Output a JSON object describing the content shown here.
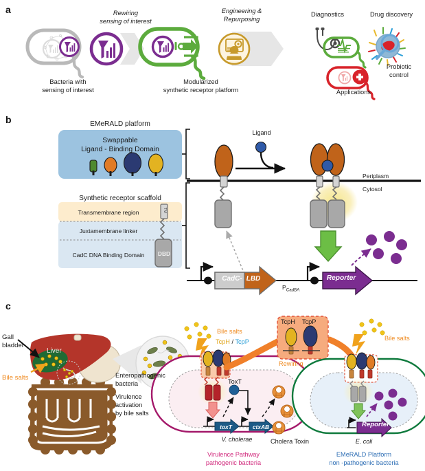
{
  "figure": {
    "panels": [
      "a",
      "b",
      "c"
    ]
  },
  "panel_a": {
    "letter": "a",
    "step_labels": [
      {
        "name": "rewiring",
        "line1": "Rewiring",
        "line2": "sensing of interest"
      },
      {
        "name": "engineering",
        "line1": "Engineering &",
        "line2": "Repurposing"
      }
    ],
    "captions": [
      {
        "name": "bacteria-with-sensing",
        "line1": "Bacteria with",
        "line2": "sensing  of interest"
      },
      {
        "name": "modularized-platform",
        "line1": "Modularized",
        "line2": "synthetic  receptor platform"
      }
    ],
    "applications": {
      "heading": "Applications",
      "items": [
        {
          "name": "diagnostics",
          "label": "Diagnostics"
        },
        {
          "name": "drug-discovery",
          "label": "Drug discovery"
        },
        {
          "name": "probiotic-control",
          "line1": "Probiotic",
          "line2": "control"
        }
      ]
    },
    "icons": [
      "sensor-antenna-icon",
      "bacteria-outline-icon",
      "module-swap-icon",
      "gear-screen-icon",
      "stethoscope-icon",
      "magnifier-cell-icon",
      "red-cross-icon"
    ],
    "colors": {
      "purple": "#7b2d90",
      "green": "#5cab3d",
      "gold": "#c79a2b",
      "grey": "#b9b9b9",
      "red": "#d8232a",
      "arrow_grey": "#e3e3e3"
    }
  },
  "panel_b": {
    "letter": "b",
    "platform_title": "EMeRALD platform",
    "lbd_box": {
      "line1": "Swappable",
      "line2": "Ligand - Binding Domain",
      "fill": "#9cc3e0",
      "domain_colors": [
        "#4f8a2f",
        "#e07b26",
        "#2b3a72",
        "#e3b321"
      ]
    },
    "scaffold_title": "Synthetic receptor scaffold",
    "scaffold_rows": [
      {
        "name": "transmembrane-region",
        "label": "Transmembrane region",
        "fill": "#fdeccd"
      },
      {
        "name": "juxtamembrane-linker",
        "label": "Juxtamembrane linker",
        "fill": "#dae7f2"
      },
      {
        "name": "cadc-dna-binding-domain",
        "label": "CadC DNA Binding Domain",
        "fill": "#dae7f2"
      }
    ],
    "tm_tag": "TM",
    "dbd_tag": "DBD",
    "diagram": {
      "ligand_label": "Ligand",
      "periplasm_label": "Periplasm",
      "cytosol_label": "Cytosol",
      "gene1_part1": "CadC-",
      "gene1_part2": "LBD",
      "promoter_label_main": "P",
      "promoter_label_sub": "CadBA",
      "gene2": "Reporter",
      "colors": {
        "lbd_orange": "#c0631a",
        "ligand_blue": "#2f5aa8",
        "dbd_grey": "#a8a8a8",
        "glow_yellow": "#f4e06a",
        "green_arrow": "#6cbe45",
        "reporter_purple": "#7b2d90"
      }
    }
  },
  "panel_c": {
    "letter": "c",
    "anatomy": {
      "gall_bladder": {
        "line1": "Gall",
        "line2": "bladder"
      },
      "liver": "Liver",
      "bile_salts": "Bile salts"
    },
    "zoom_caption": {
      "line1": "Enteropathogenic",
      "line2": "bacteria",
      "line3": "Virulence",
      "line4": "activation",
      "line5": "by bile salts"
    },
    "left_cell": {
      "bile_salts": "Bile salts",
      "receptor_tcph": "TcpH",
      "receptor_slash": " / ",
      "receptor_tcpp": "TcpP",
      "toxt_protein": "ToxT",
      "gene1": "toxT",
      "gene2": "ctxAB",
      "organism": "V. cholerae",
      "toxin_label": "Cholera Toxin",
      "caption_line1": "Virulence Pathway",
      "caption_line2": "pathogenic bacteria",
      "outline_color": "#a4196a"
    },
    "rewiring_box": {
      "tcph": "TcpH",
      "tcpp": "TcpP",
      "label": "Rewiring",
      "fill": "#f6ab7e"
    },
    "right_cell": {
      "bile_salts": "Bile salts",
      "gene": "Reporter",
      "organism": "E. coli",
      "caption_line1": "EMeRALD Platform",
      "caption_line2": "non -pathogenic bacteria",
      "outline_color": "#0f7a3d",
      "caption_color": "#2f6fb5"
    },
    "colors": {
      "bile_orange": "#f0a21c",
      "liver_red": "#b4352a",
      "gut_brown": "#8a5a2b",
      "gallbladder_green": "#1f6b34",
      "tcpp_blue": "#2b9fd8",
      "toxt_blue": "#1f5f96",
      "gene_blue": "#1d5a86"
    }
  }
}
